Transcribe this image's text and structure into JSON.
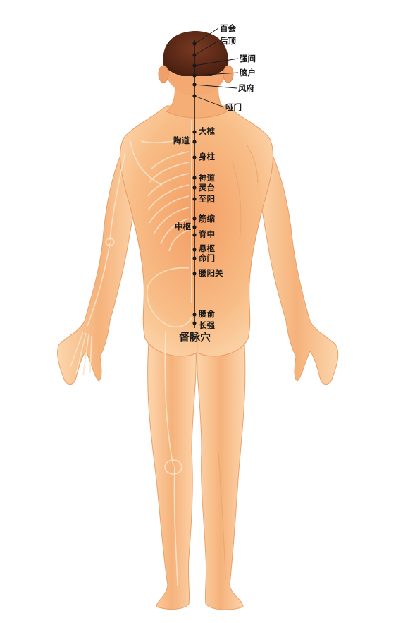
{
  "title": "督脉穴",
  "points": [
    {
      "name": "百会",
      "side": "right"
    },
    {
      "name": "后顶",
      "side": "right"
    },
    {
      "name": "强间",
      "side": "right"
    },
    {
      "name": "脑户",
      "side": "right"
    },
    {
      "name": "风府",
      "side": "right"
    },
    {
      "name": "哑门",
      "side": "right"
    },
    {
      "name": "大椎",
      "side": "right"
    },
    {
      "name": "陶道",
      "side": "left"
    },
    {
      "name": "身柱",
      "side": "right"
    },
    {
      "name": "神道",
      "side": "right"
    },
    {
      "name": "灵台",
      "side": "right"
    },
    {
      "name": "至阳",
      "side": "right"
    },
    {
      "name": "筋缩",
      "side": "right"
    },
    {
      "name": "中枢",
      "side": "left"
    },
    {
      "name": "脊中",
      "side": "right"
    },
    {
      "name": "悬枢",
      "side": "right"
    },
    {
      "name": "命门",
      "side": "right"
    },
    {
      "name": "腰阳关",
      "side": "right"
    },
    {
      "name": "腰俞",
      "side": "right"
    },
    {
      "name": "长强",
      "side": "right"
    }
  ],
  "colors": {
    "skin_light": "#fbd3a6",
    "skin_mid": "#f6b27b",
    "skin_dark": "#ec8f56",
    "hair": "#5a2a18",
    "meridian": "#1a1a1a"
  }
}
